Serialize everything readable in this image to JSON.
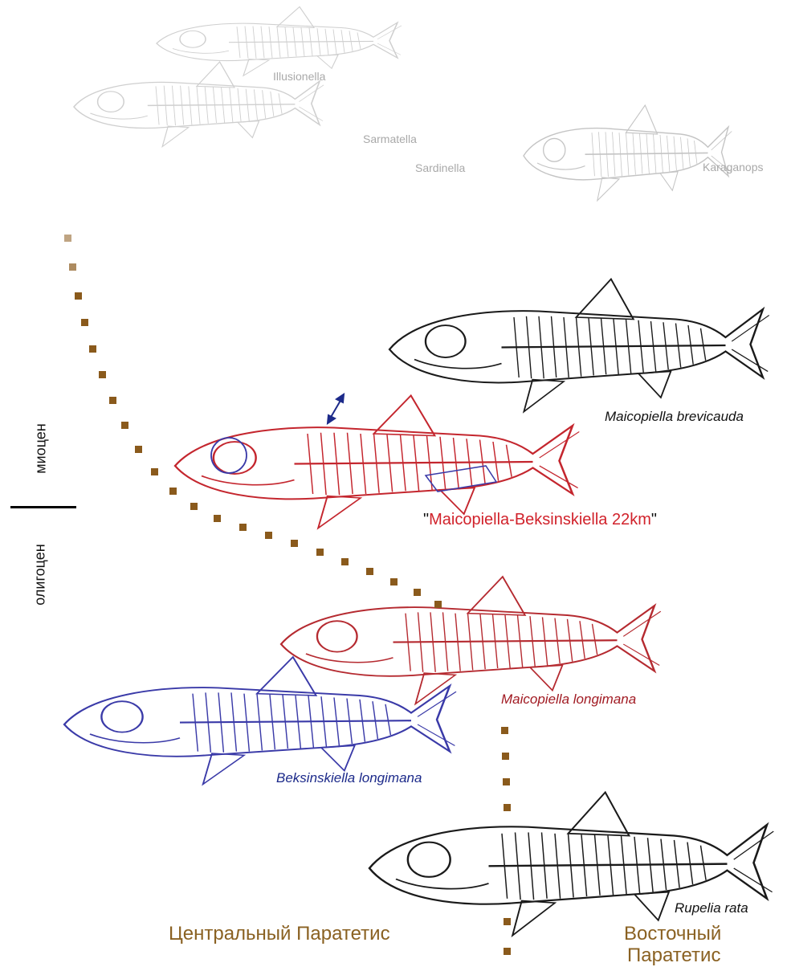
{
  "epochs": {
    "upper": "миоцен",
    "lower": "олигоцен"
  },
  "faded_labels": [
    "Illusionella",
    "Sarmatella",
    "Sardinella",
    "Karaganops"
  ],
  "species": {
    "brevicauda": "Maicopiella brevicauda",
    "hybrid": "Maicopiella-Beksinskiella 22km",
    "longimana": "Maicopiella longimana",
    "beksinskiella": "Beksinskiella longimana",
    "rupelia": "Rupelia rata"
  },
  "regions": {
    "central": "Центральный Паратетис",
    "east_line1": "Восточный",
    "east_line2": "Паратетис"
  },
  "colors": {
    "black": "#1a1a1a",
    "red": "#c4262e",
    "dark_red": "#a11a22",
    "blue": "#3a3aa8",
    "navy": "#1c2a8a",
    "gray": "#b8b8b8",
    "brown": "#8a5a1c"
  }
}
